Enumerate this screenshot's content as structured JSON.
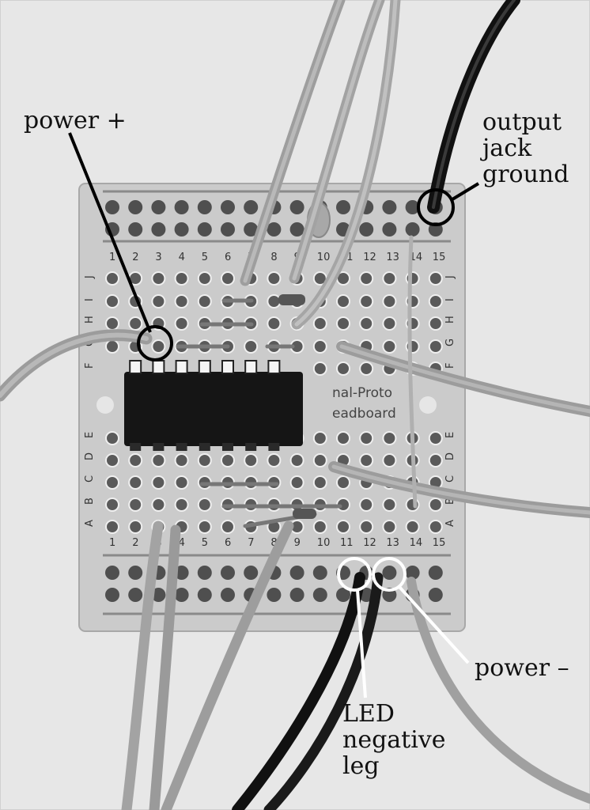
{
  "labels": {
    "power_plus": "power +",
    "output_jack_ground": [
      "output",
      "jack",
      "ground"
    ],
    "power_minus": "power –",
    "led_negative_leg": [
      "LED",
      "negative",
      "leg"
    ]
  },
  "board": {
    "name_fragments": [
      "nal-Proto",
      "eadboard"
    ],
    "column_numbers": [
      "1",
      "2",
      "3",
      "4",
      "5",
      "6",
      "7",
      "8",
      "9",
      "10",
      "11",
      "12",
      "13",
      "14",
      "15"
    ],
    "row_letters_upper": [
      "J",
      "I",
      "H",
      "G",
      "F"
    ],
    "row_letters_lower": [
      "E",
      "D",
      "C",
      "B",
      "A"
    ]
  },
  "colors": {
    "background": "#e9e9e9",
    "board": "#cfcfcf",
    "hole": "#555555",
    "chip": "#151515",
    "wire_grey": "#9a9a9a",
    "wire_black": "#111111",
    "callout_black": "#000000",
    "callout_white": "#ffffff"
  }
}
